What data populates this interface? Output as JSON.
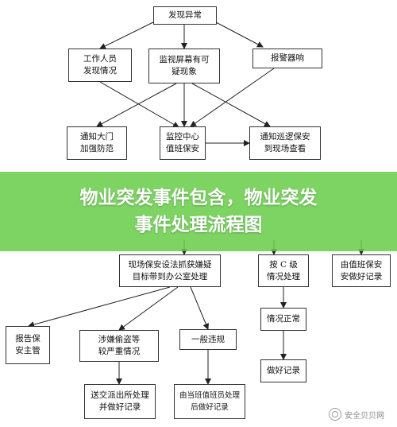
{
  "nodes": {
    "discover": [
      "发现异常"
    ],
    "staff": [
      "工作人员",
      "发现情况"
    ],
    "monitor": [
      "监视屏幕有可",
      "疑现象"
    ],
    "alarm": [
      "报警器响"
    ],
    "gate": [
      "通知大门",
      "加强防范"
    ],
    "center": [
      "监控中心",
      "值班保安"
    ],
    "patrol": [
      "通知巡逻保安",
      "到现场查看"
    ],
    "onsite": [
      "现场保安设法抓获嫌疑",
      "目标带到办公室处理"
    ],
    "classc": [
      "按 C 级",
      "情况处理"
    ],
    "dutylog": [
      "由值班保安",
      "安做好记录"
    ],
    "report": [
      "报告保",
      "安主管"
    ],
    "serious": [
      "涉嫌偷盗等",
      "较严重情况"
    ],
    "minor": [
      "一般违规"
    ],
    "normal": [
      "情况正常"
    ],
    "police": [
      "送交派出所处理",
      "并做好记录"
    ],
    "dutyhandle": [
      "由当班值班员处理",
      "后做好记录"
    ],
    "record": [
      "做好记录"
    ]
  },
  "banner": {
    "line1": "物业突发事件包含，物业突发",
    "line2": "事件处理流程图"
  },
  "watermark": "安全贝贝网"
}
